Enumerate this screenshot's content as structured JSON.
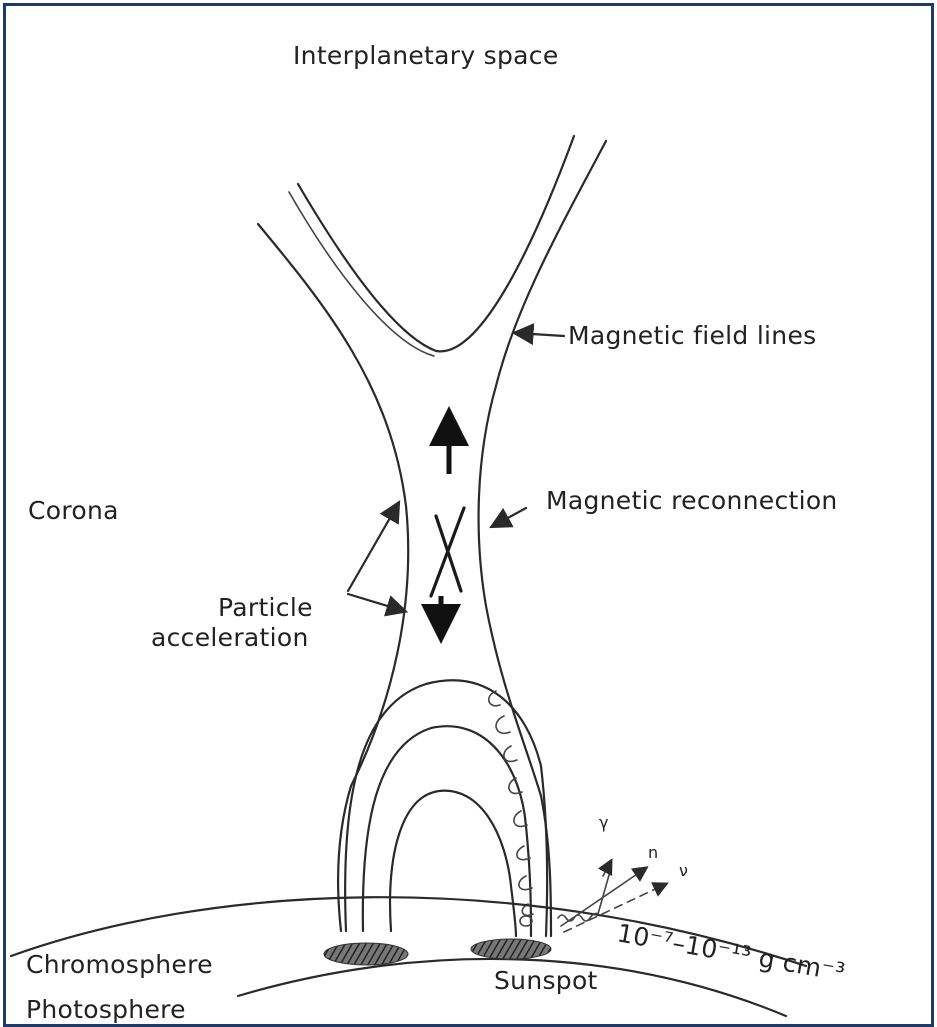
{
  "labels": {
    "top": "Interplanetary space",
    "field_lines": "Magnetic field lines",
    "corona": "Corona",
    "reconnection": "Magnetic reconnection",
    "particle": "Particle",
    "acceleration": "acceleration",
    "chromosphere": "Chromosphere",
    "photosphere": "Photosphere",
    "sunspot": "Sunspot",
    "gamma": "γ",
    "neutron": "n",
    "nu": "ν",
    "density": "10⁻⁷–10⁻¹³ g cm⁻³"
  },
  "colors": {
    "frame": "#1f3a66",
    "ink": "#2a2a2a",
    "sunspot": "#3a3a3a"
  }
}
